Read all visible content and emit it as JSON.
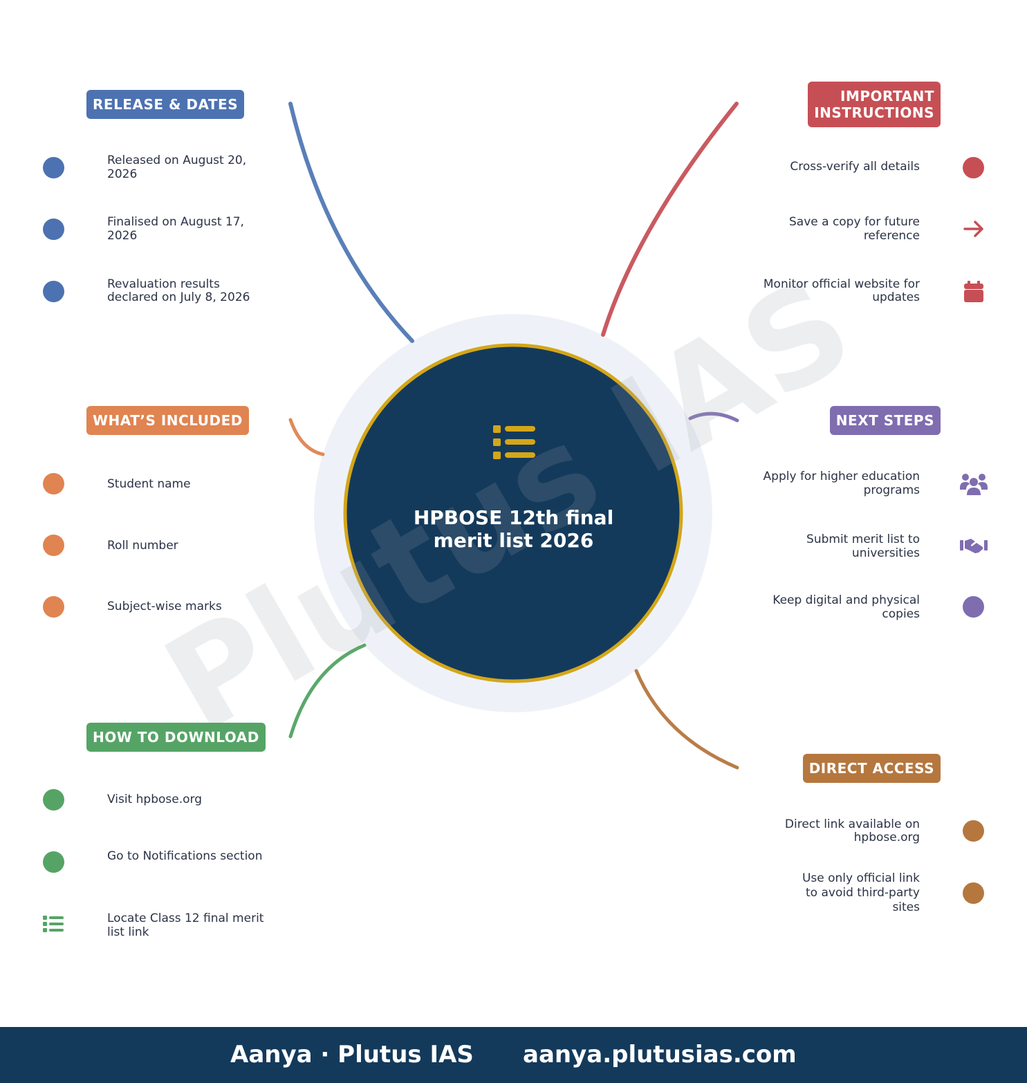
{
  "center": {
    "title": "HPBOSE 12th final merit list 2026",
    "icon": "list-icon"
  },
  "watermark": "Plutus IAS",
  "colors": {
    "navy": "#143a5b",
    "gold": "#d4a619",
    "halo": "#eef2f8",
    "blue": "#4d72b1",
    "red": "#c64f55",
    "orange": "#e08451",
    "purple": "#7f6db0",
    "green": "#55a466",
    "brown": "#b5773e"
  },
  "sections": {
    "release": {
      "label": "RELEASE & DATES",
      "items": [
        "Released on August 20, 2026",
        "Finalised on August 17, 2026",
        "Revaluation results declared on July 8, 2026"
      ]
    },
    "included": {
      "label": "WHAT’S INCLUDED",
      "items": [
        "Student name",
        "Roll number",
        "Subject-wise marks"
      ]
    },
    "download": {
      "label": "HOW TO DOWNLOAD",
      "items": [
        "Visit hpbose.org",
        "Go to Notifications section",
        "Locate Class 12 final merit list link"
      ]
    },
    "instructions": {
      "label_line1": "IMPORTANT",
      "label_line2": "INSTRUCTIONS",
      "items": [
        "Cross-verify all details",
        "Save a copy for future reference",
        "Monitor official website for updates"
      ]
    },
    "next": {
      "label": "NEXT STEPS",
      "items": [
        "Apply for higher education programs",
        "Submit merit list to universities",
        "Keep digital and physical copies"
      ]
    },
    "access": {
      "label": "DIRECT ACCESS",
      "items": [
        "Direct link available on hpbose.org",
        "Use only official link to avoid third-party sites"
      ]
    }
  },
  "footer": {
    "author": "Aanya · Plutus IAS",
    "site": "aanya.plutusias.com"
  }
}
